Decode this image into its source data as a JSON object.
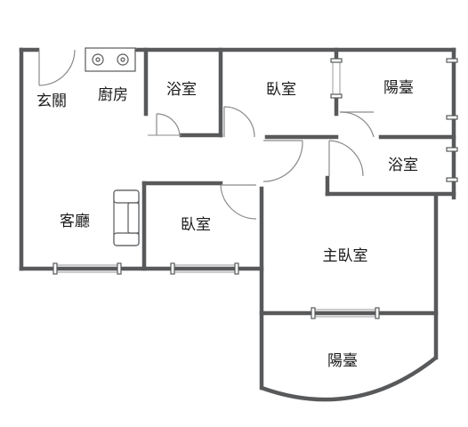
{
  "rooms": {
    "entrance": "玄關",
    "kitchen": "廚房",
    "bath_top": "浴室",
    "bedroom_top": "臥室",
    "balcony_top": "陽臺",
    "bath_right": "浴室",
    "living": "客廳",
    "bedroom_middle": "臥室",
    "master_bedroom": "主臥室",
    "balcony_bottom": "陽臺"
  },
  "icons": {
    "stove": "stove-icon",
    "sofa": "sofa-icon"
  },
  "colors": {
    "wall": "#58595b",
    "text": "#1a1a1a"
  }
}
